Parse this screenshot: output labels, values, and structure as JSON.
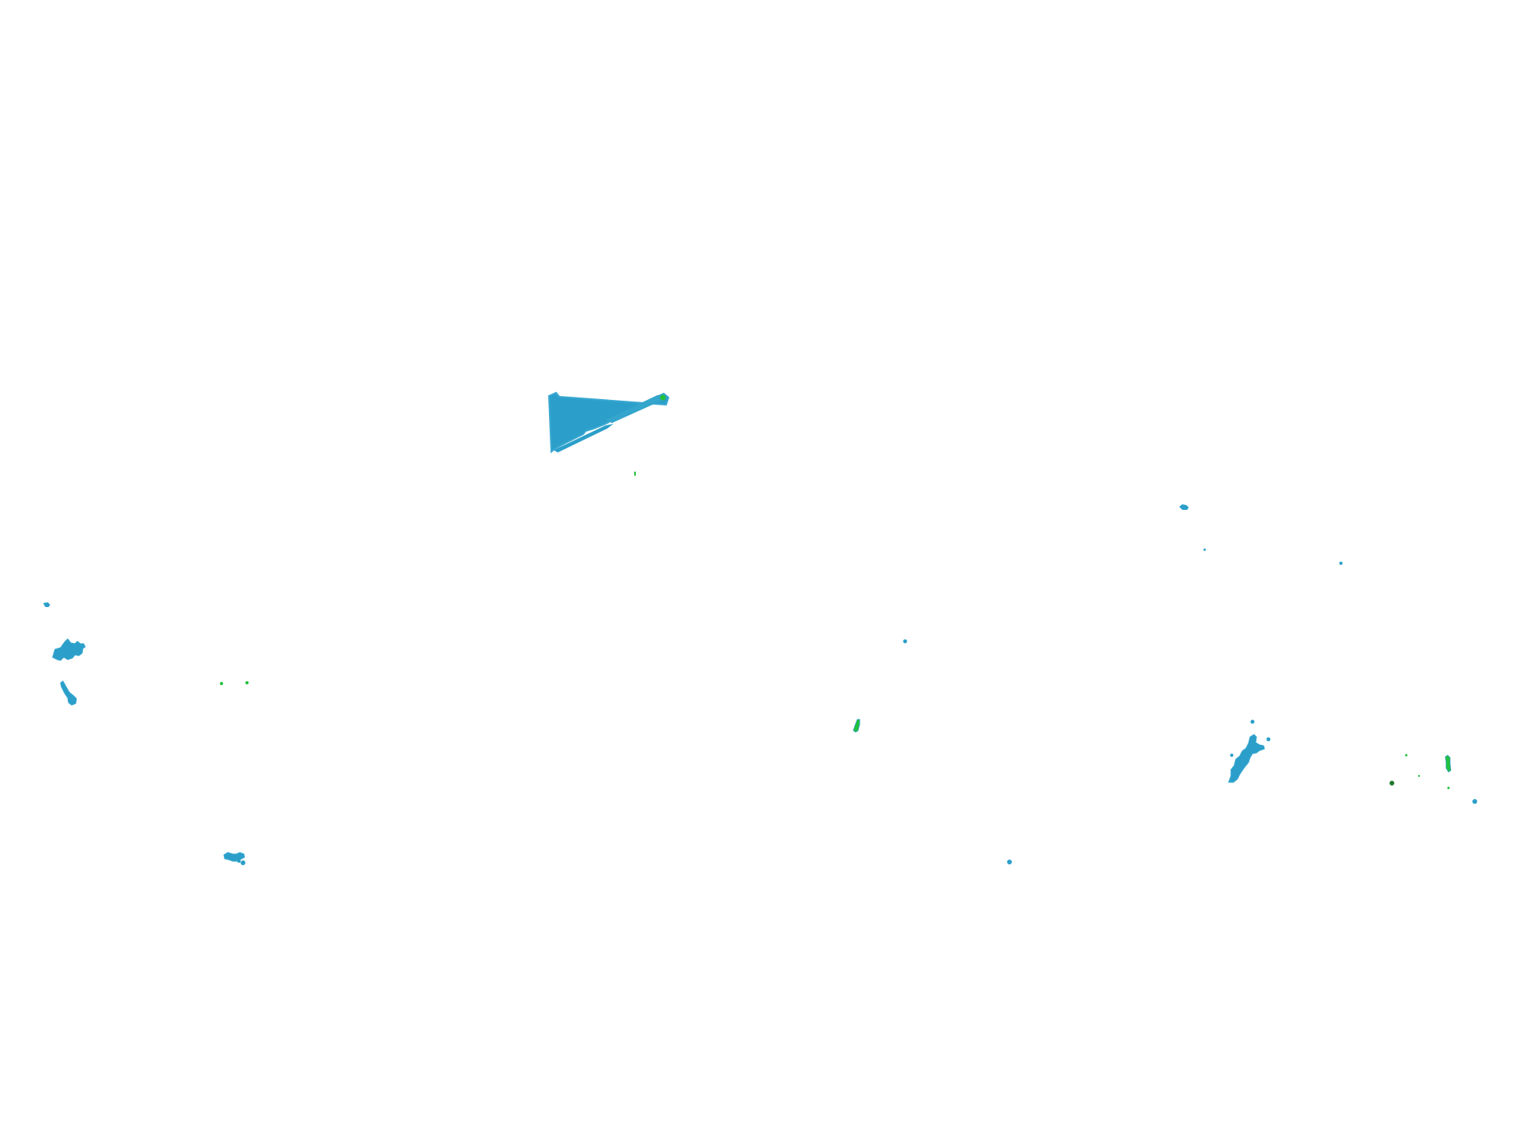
{
  "map": {
    "background_color": "#ffffff",
    "colors": {
      "water": "#2b9fc9",
      "water_edge": "#3aa8d2",
      "vegetation": "#22c13a",
      "vegetation_dark": "#1f7a2c"
    },
    "features": [
      {
        "kind": "water",
        "name": "linear-reservoir-strip"
      },
      {
        "kind": "vegetation",
        "name": "strip-tip-vegetation"
      },
      {
        "kind": "vegetation",
        "name": "speck-below-strip"
      },
      {
        "kind": "water",
        "name": "west-small-pond"
      },
      {
        "kind": "water",
        "name": "west-lake-cluster"
      },
      {
        "kind": "water",
        "name": "west-elongated-pond"
      },
      {
        "kind": "vegetation",
        "name": "west-green-specks"
      },
      {
        "kind": "water",
        "name": "southwest-pond-cluster"
      },
      {
        "kind": "vegetation",
        "name": "central-green-patch"
      },
      {
        "kind": "water",
        "name": "central-small-ponds"
      },
      {
        "kind": "water",
        "name": "northeast-small-ponds"
      },
      {
        "kind": "water",
        "name": "east-lake-cluster"
      },
      {
        "kind": "vegetation",
        "name": "far-east-green-patches"
      },
      {
        "kind": "water",
        "name": "far-east-pond"
      }
    ]
  }
}
